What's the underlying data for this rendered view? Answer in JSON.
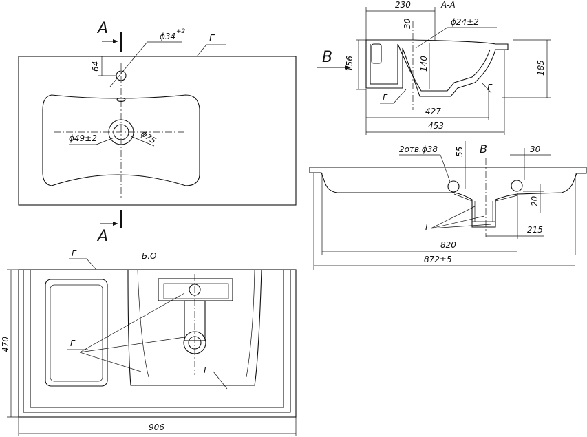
{
  "section_mark_top": "A",
  "section_mark_bottom": "A",
  "section_title": "A-A",
  "view_mark_b_left": "B",
  "view_mark_b_right": "B",
  "mark_g": "Г",
  "mark_bo": "Б.О",
  "dims": {
    "hole_d34": "ϕ34",
    "hole_d34_tol": "+2",
    "dist_64": "64",
    "drain_d49": "ϕ49±2",
    "drain_d75": "ϕ75",
    "w230": "230",
    "h30": "30",
    "drain_d24": "ϕ24±2",
    "h156": "156",
    "h140": "140",
    "h185": "185",
    "w427": "427",
    "w453": "453",
    "holes_2x38": "2отв.ϕ38",
    "w55": "55",
    "w30": "30",
    "h20": "20",
    "w215": "215",
    "w820": "820",
    "w872": "872±5",
    "h470": "470",
    "w906": "906"
  }
}
